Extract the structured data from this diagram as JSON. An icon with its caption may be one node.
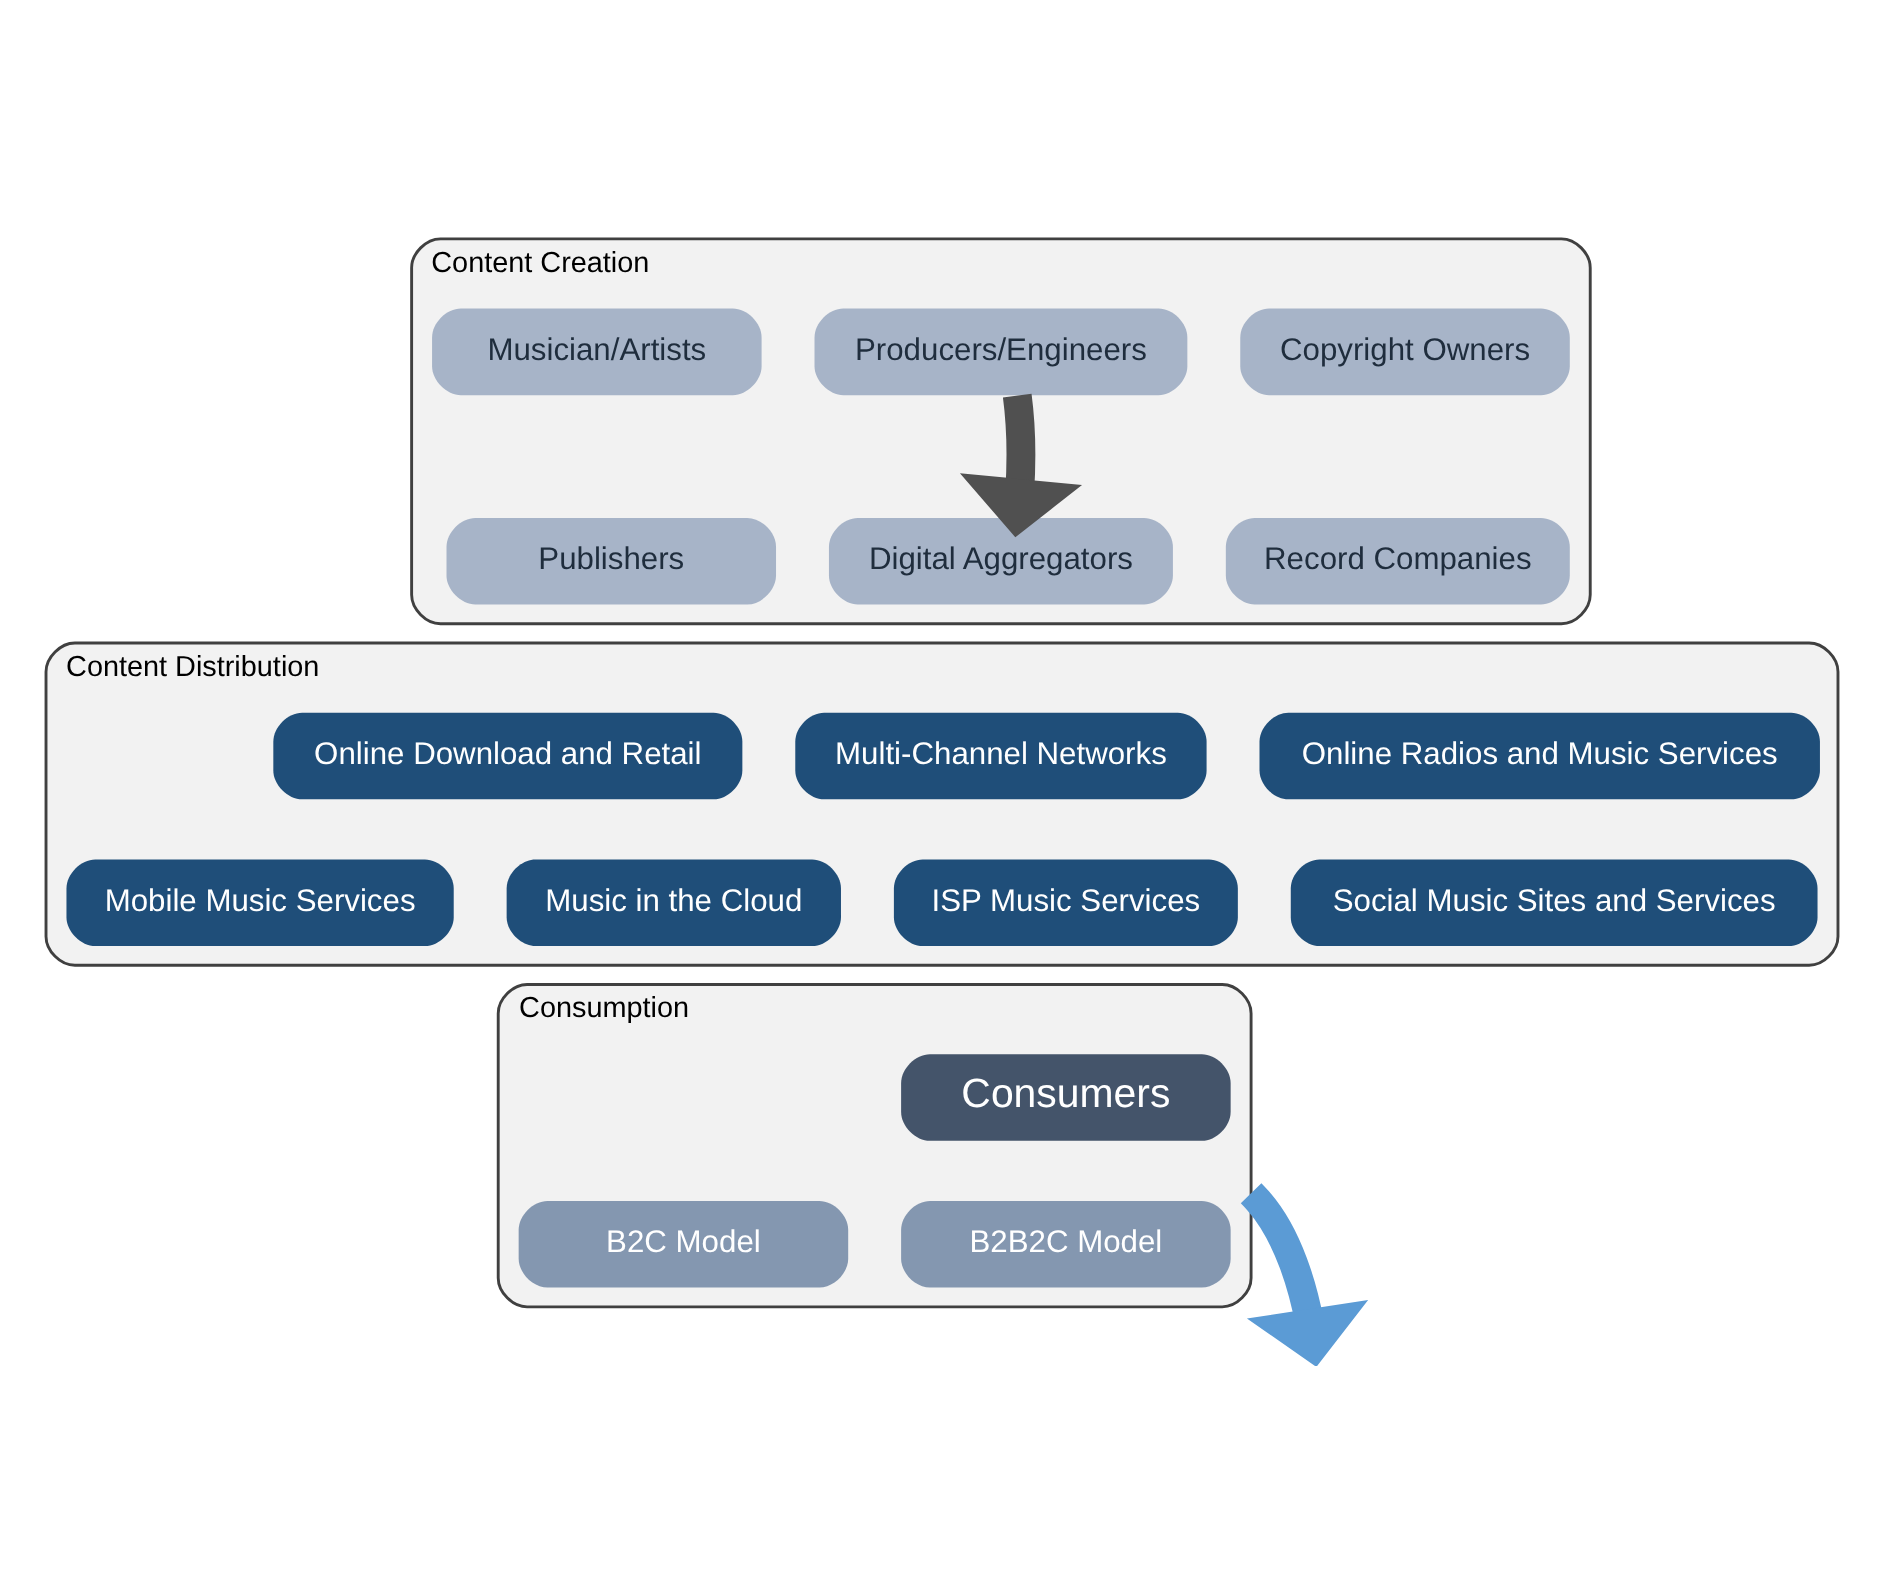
{
  "diagram": {
    "nodes": [
      {
        "text": [
          "Content Creation"
        ]
      },
      {
        "text": [
          "Musician/Artists"
        ],
        "in": 0
      },
      {
        "text": [
          "Producers/Engineers"
        ],
        "in": 0
      },
      {
        "text": [
          "Copyright Owners"
        ],
        "in": 0
      },
      {
        "text": [
          "Publishers"
        ],
        "in": 0
      },
      {
        "text": [
          "Digital Aggregators"
        ],
        "in": 0
      },
      {
        "text": [
          "Record Companies"
        ],
        "in": 0
      },
      {
        "text": [
          "Content Distribution"
        ]
      },
      {
        "text": [
          "Online Download and Retail"
        ],
        "in": 7
      },
      {
        "text": [
          "Multi-Channel Networks"
        ],
        "in": 7
      },
      {
        "text": [
          "Online Radios and Music Services"
        ],
        "in": 7
      },
      {
        "text": [
          "Mobile Music Services"
        ],
        "in": 7
      },
      {
        "text": [
          "Music in the Cloud"
        ],
        "in": 7
      },
      {
        "text": [
          "ISP Music Services"
        ],
        "in": 7
      },
      {
        "text": [
          "Social Music Sites and Services"
        ],
        "in": 7
      },
      {
        "text": [
          "Consumption"
        ]
      },
      {
        "text": [
          "Consumers"
        ],
        "in": 15
      },
      {
        "text": [
          "B2C Model"
        ],
        "in": 15
      },
      {
        "text": [
          "B2B2C Model"
        ],
        "in": 15
      }
    ],
    "edges": [
      {
        "from": 2,
        "to": 5,
        "arrow": "to",
        "color": "#505050"
      },
      {
        "from": 15,
        "to": null,
        "arrow": "to",
        "color": "#5b9bd5"
      }
    ]
  }
}
